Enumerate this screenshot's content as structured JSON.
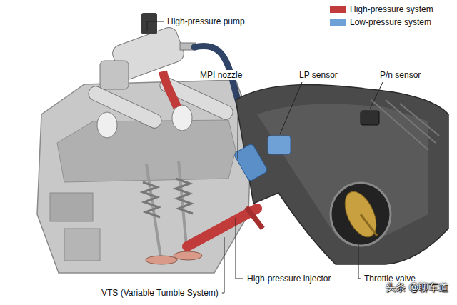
{
  "diagram": {
    "labels": [
      "High-pressure pump",
      "MPI nozzle",
      "LP sensor",
      "P/n sensor",
      "High-pressure injector",
      "Throttle valve",
      "VTS (Variable Tumble System)",
      "头条 @聊车道"
    ],
    "legend": [
      {
        "text": "High-pressure system",
        "color": "#c23b3b"
      },
      {
        "text": "Low-pressure system",
        "color": "#6fa0d6"
      }
    ]
  }
}
